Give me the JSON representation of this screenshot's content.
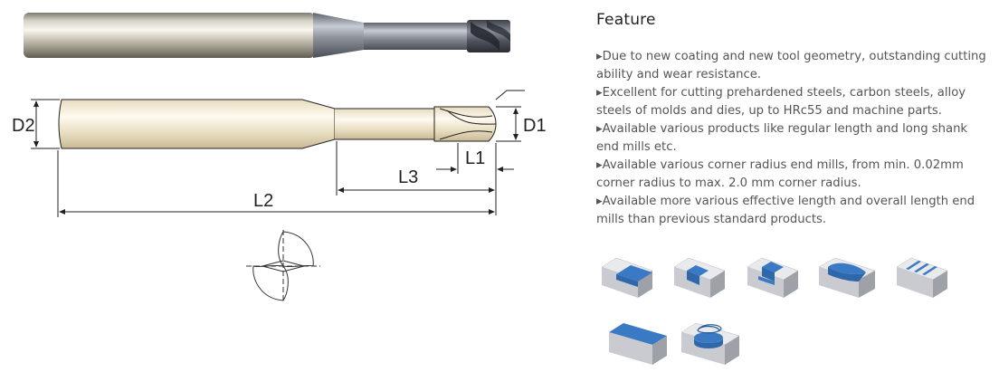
{
  "diagram": {
    "labels": {
      "d1": "D1",
      "d2": "D2",
      "l1": "L1",
      "l2": "L2",
      "l3": "L3"
    }
  },
  "feature": {
    "title": "Feature",
    "items": [
      "▸Due to new coating and new tool geometry, outstanding cutting ability and wear resistance.",
      "▸Excellent for cutting prehardened steels, carbon steels, alloy steels of molds and dies, up to HRc55 and machine parts.",
      "▸Available various products like regular length and long shank end mills etc.",
      "▸Available various corner radius end mills, from min. 0.02mm corner radius to max. 2.0 mm corner radius.",
      "▸Available more various effective length and overall length end mills than previous standard products."
    ]
  },
  "applications": [
    {
      "name": "shoulder-milling",
      "icon": "shoulder-milling-icon"
    },
    {
      "name": "slotting",
      "icon": "slotting-icon"
    },
    {
      "name": "pocketing",
      "icon": "pocketing-icon"
    },
    {
      "name": "profiling",
      "icon": "profiling-icon"
    },
    {
      "name": "multi-slotting",
      "icon": "multi-slot-icon"
    },
    {
      "name": "face-milling",
      "icon": "face-milling-icon"
    },
    {
      "name": "helical-milling",
      "icon": "helical-milling-icon"
    }
  ],
  "colors": {
    "accent_blue": "#3a79c4",
    "block_light": "#e9eaec",
    "block_mid": "#c9cbd0",
    "block_dark": "#9ea2a8",
    "text": "#555555",
    "title": "#222222"
  }
}
